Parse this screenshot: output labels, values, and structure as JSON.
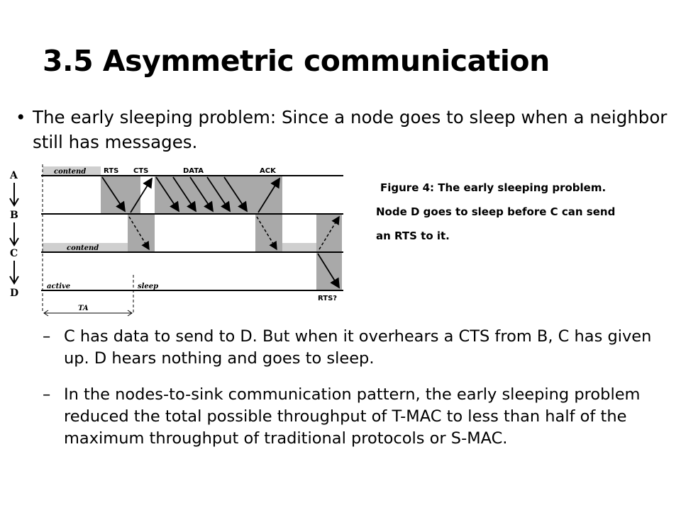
{
  "slide": {
    "title": "3.5 Asymmetric communication",
    "bullet": "The early sleeping problem: Since a node goes to sleep when a neighbor still has messages.",
    "caption_line1": "Figure 4: The early sleeping problem.",
    "caption_line2": "Node D goes to sleep before C can send",
    "caption_line3": "an RTS to it.",
    "sub_bullets": [
      "C has data to send to  D. But when it overhears a CTS from B, C has given up. D hears nothing and goes to sleep.",
      "In the nodes-to-sink communication pattern, the early sleeping problem reduced the total possible throughput of T-MAC to less than half of the maximum throughput of traditional protocols or S-MAC."
    ]
  },
  "diagram": {
    "nodes": [
      "A",
      "B",
      "C",
      "D"
    ],
    "labels": {
      "contend_a": "contend",
      "rts": "RTS",
      "cts": "CTS",
      "data": "DATA",
      "ack": "ACK",
      "contend_c": "contend",
      "active": "active",
      "sleep": "sleep",
      "rts_q": "RTS?",
      "ta": "TA"
    }
  }
}
